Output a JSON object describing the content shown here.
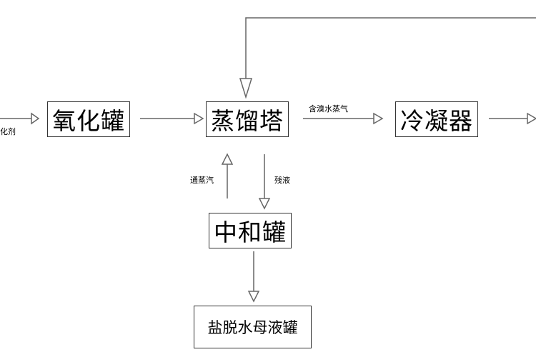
{
  "nodes": {
    "oxidation_tank": "氧化罐",
    "distillation_tower": "蒸馏塔",
    "condenser": "冷凝器",
    "neutralization_tank": "中和罐",
    "mother_liquor_tank": "盐脱水母液罐"
  },
  "edge_labels": {
    "input_partial": "化剂",
    "bromine_steam": "含溴水蒸气",
    "steam_in": "通蒸汽",
    "residue": "残液"
  }
}
